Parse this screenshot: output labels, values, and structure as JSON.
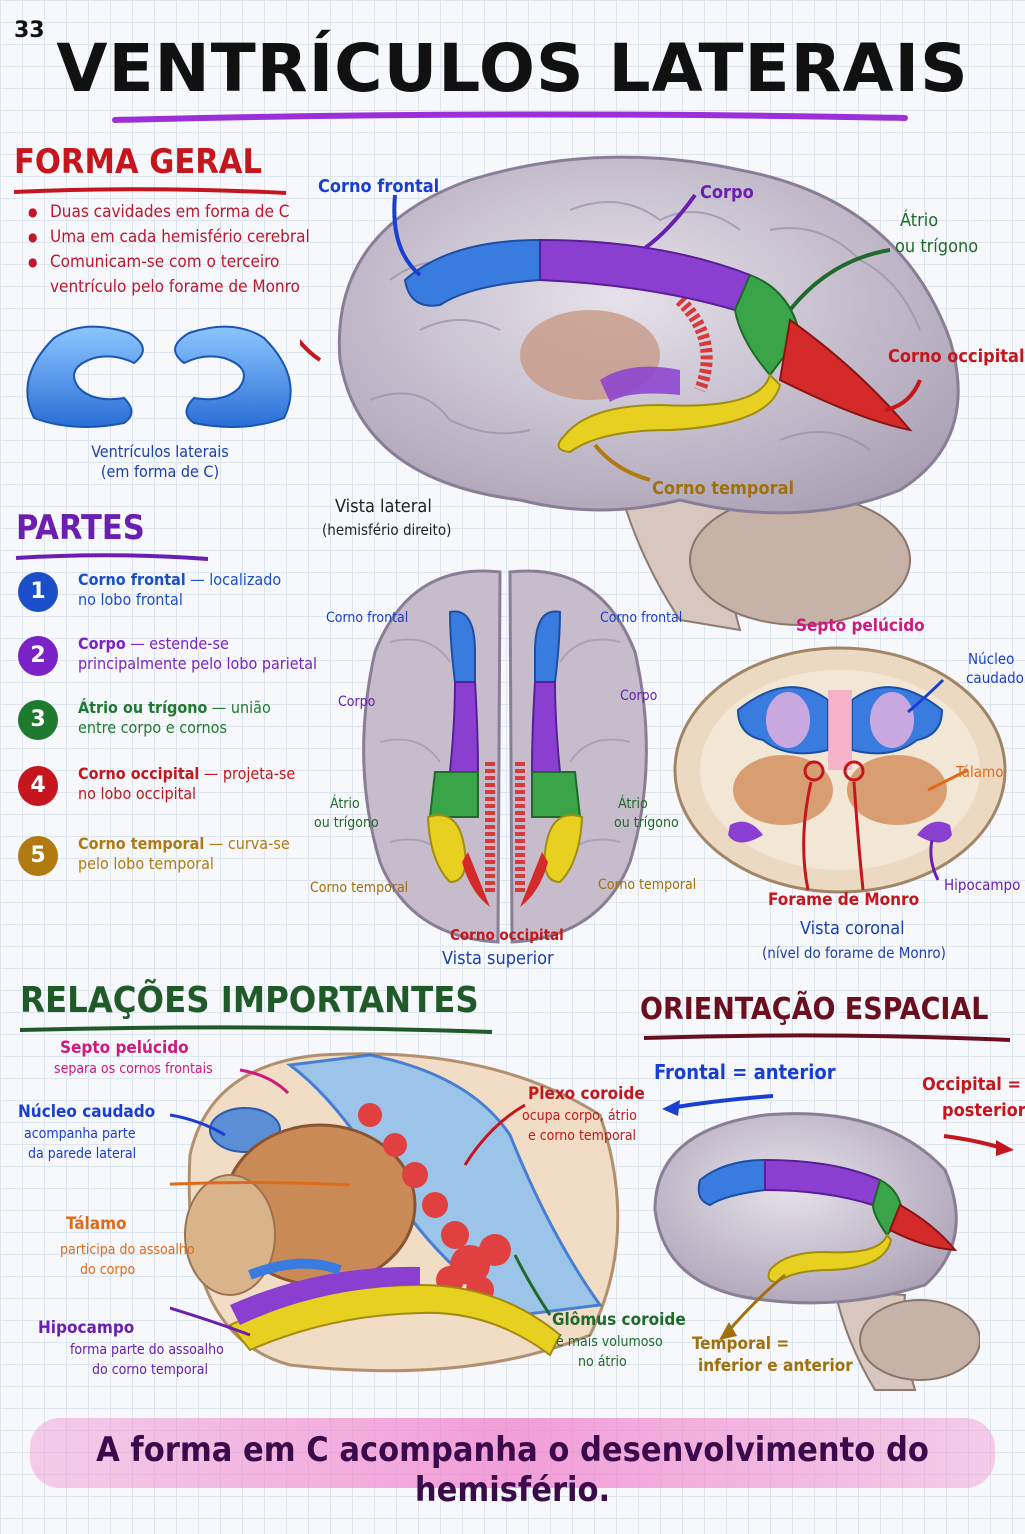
{
  "page_number": "33",
  "title": "VENTRÍCULOS LATERAIS",
  "forma_geral": {
    "heading": "FORMA GERAL",
    "bullets": [
      "Duas cavidades em forma de C",
      "Uma em cada hemisfério cerebral",
      "Comunicam-se com o terceiro",
      "ventrículo pelo forame de Monro"
    ],
    "caption_line1": "Ventrículos laterais",
    "caption_line2": "(em forma de C)"
  },
  "lateral_view": {
    "corno_frontal": "Corno frontal",
    "corpo": "Corpo",
    "atrio_line1": "Átrio",
    "atrio_line2": "ou trígono",
    "corno_occipital": "Corno occipital",
    "corno_temporal": "Corno temporal",
    "caption_line1": "Vista lateral",
    "caption_line2": "(hemisfério direito)"
  },
  "partes": {
    "heading": "PARTES",
    "items": [
      {
        "num": "1",
        "name": "Corno frontal",
        "desc1": " — localizado",
        "desc2": "no lobo frontal",
        "color": "#1a4fc9"
      },
      {
        "num": "2",
        "name": "Corpo",
        "desc1": " — estende-se",
        "desc2": "principalmente pelo lobo parietal",
        "color": "#7a22c7"
      },
      {
        "num": "3",
        "name": "Átrio ou trígono",
        "desc1": " — união",
        "desc2": "entre corpo e cornos",
        "color": "#1e7a2e"
      },
      {
        "num": "4",
        "name": "Corno occipital",
        "desc1": " — projeta-se",
        "desc2": "no lobo occipital",
        "color": "#c4161c"
      },
      {
        "num": "5",
        "name": "Corno temporal",
        "desc1": " — curva-se",
        "desc2": "pelo lobo temporal",
        "color": "#b07a10"
      }
    ]
  },
  "superior_view": {
    "corno_frontal_left": "Corno frontal",
    "corno_frontal_right": "Corno frontal",
    "corpo_left": "Corpo",
    "corpo_right": "Corpo",
    "atrio_left_1": "Átrio",
    "atrio_left_2": "ou trígono",
    "atrio_right_1": "Átrio",
    "atrio_right_2": "ou trígono",
    "temporal_left": "Corno temporal",
    "temporal_right": "Corno temporal",
    "occipital": "Corno occipital",
    "caption": "Vista superior"
  },
  "coronal_view": {
    "septo": "Septo pelúcido",
    "nucleo_line1": "Núcleo",
    "nucleo_line2": "caudado",
    "talamo": "Tálamo",
    "hipocampo": "Hipocampo",
    "forame": "Forame de Monro",
    "caption_line1": "Vista coronal",
    "caption_line2": "(nível do forame de Monro)"
  },
  "relacoes": {
    "heading": "RELAÇÕES IMPORTANTES",
    "septo_name": "Septo pelúcido",
    "septo_desc": "separa os cornos frontais",
    "nucleo_name": "Núcleo caudado",
    "nucleo_desc1": "acompanha parte",
    "nucleo_desc2": "da parede lateral",
    "talamo_name": "Tálamo",
    "talamo_desc1": "participa do assoalho",
    "talamo_desc2": "do corpo",
    "hipocampo_name": "Hipocampo",
    "hipocampo_desc1": "forma parte do assoalho",
    "hipocampo_desc2": "do corno temporal",
    "plexo_name": "Plexo coroide",
    "plexo_desc1": "ocupa corpo, átrio",
    "plexo_desc2": "e corno temporal",
    "glomus_name": "Glômus coroide",
    "glomus_desc1": "é mais volumoso",
    "glomus_desc2": "no átrio"
  },
  "orientacao": {
    "heading": "ORIENTAÇÃO ESPACIAL",
    "frontal": "Frontal = anterior",
    "occipital_line1": "Occipital =",
    "occipital_line2": "posterior",
    "temporal_line1": "Temporal =",
    "temporal_line2": "inferior e anterior"
  },
  "footer": "A forma em C acompanha o desenvolvimento do hemisfério.",
  "colors": {
    "frontal": "#3a7be0",
    "corpo": "#8a3fd1",
    "atrio": "#3aa548",
    "occipital": "#d42a2a",
    "temporal": "#e8d020",
    "heading_red": "#c4161c",
    "heading_purple": "#6a1fb0",
    "heading_green": "#1f5a28",
    "heading_maroon": "#6a0f1e"
  }
}
